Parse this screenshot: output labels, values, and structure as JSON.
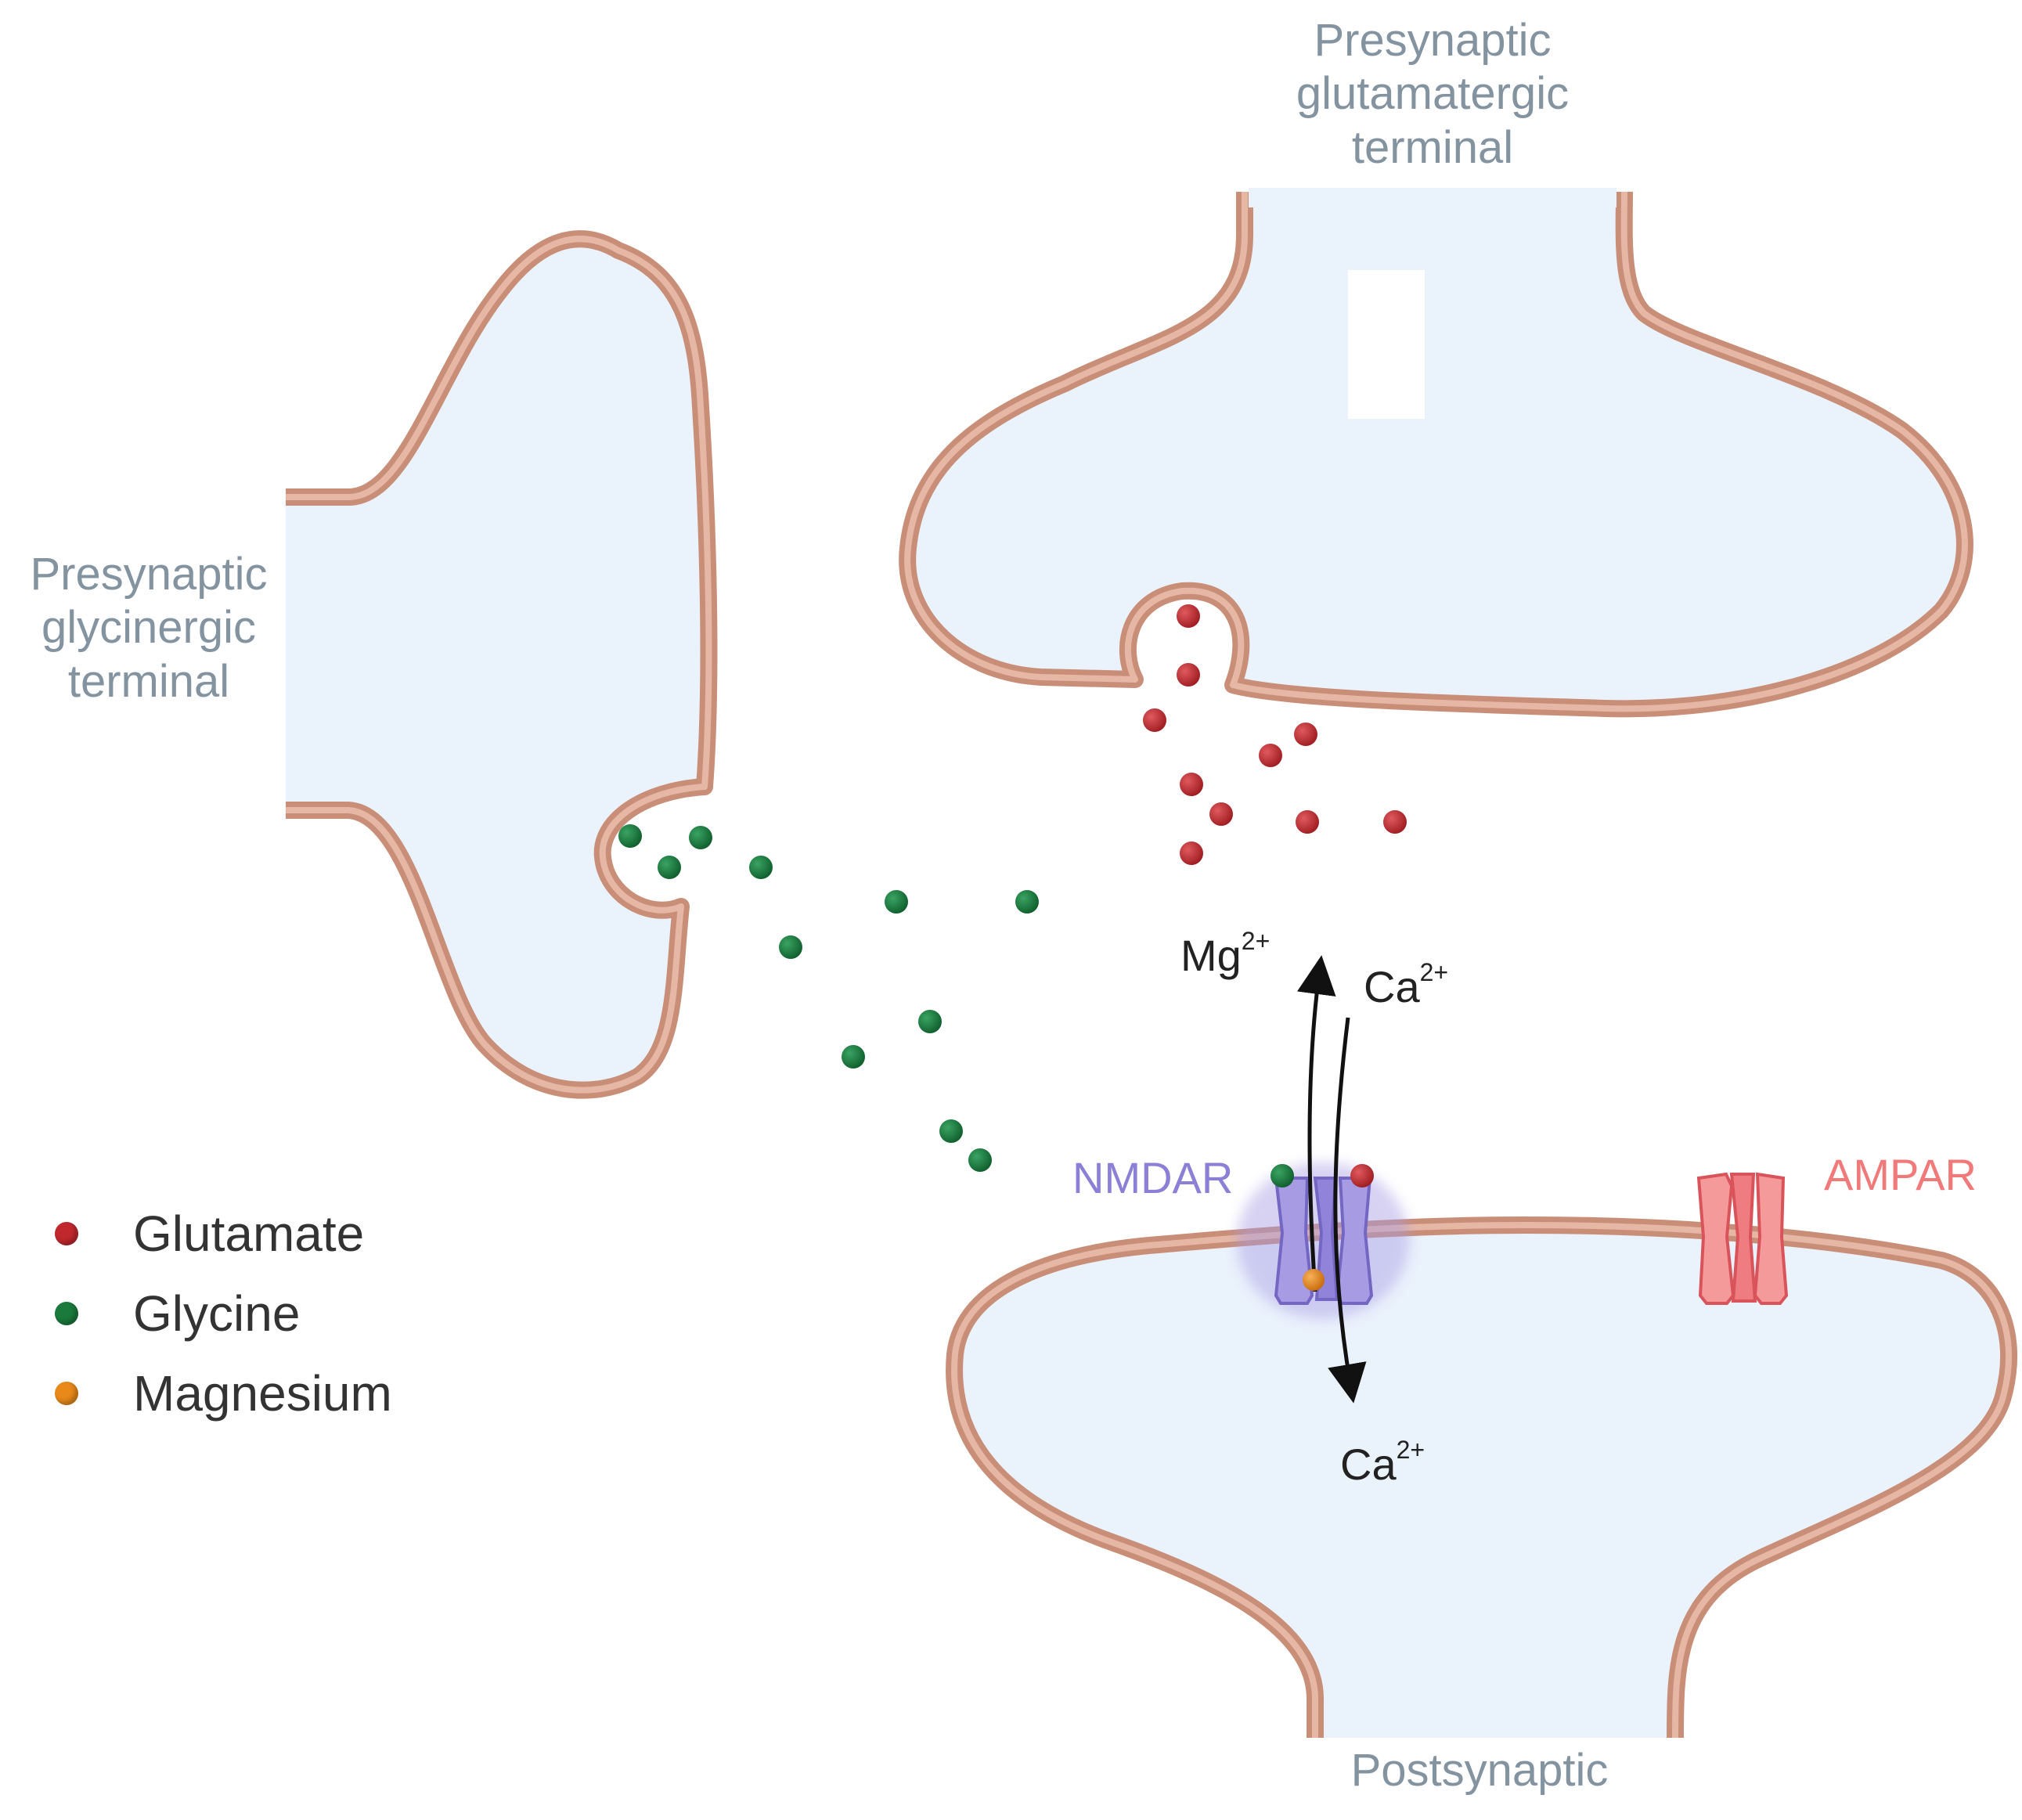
{
  "labels": {
    "glutamatergic_terminal": [
      "Presynaptic",
      "glutamatergic",
      "terminal"
    ],
    "glycinergic_terminal": [
      "Presynaptic",
      "glycinergic",
      "terminal"
    ],
    "postsynaptic": "Postsynaptic",
    "nmdar": "NMDAR",
    "ampar": "AMPAR",
    "mg_ion": {
      "base": "Mg",
      "charge": "2+"
    },
    "ca_ion_outside": {
      "base": "Ca",
      "charge": "2+"
    },
    "ca_ion_inside": {
      "base": "Ca",
      "charge": "2+"
    }
  },
  "legend": [
    {
      "label": "Glutamate",
      "color": "#c0282d"
    },
    {
      "label": "Glycine",
      "color": "#1a7a3c"
    },
    {
      "label": "Magnesium",
      "color": "#e8891a"
    }
  ],
  "colors": {
    "membrane": "#c98e78",
    "membrane_inner": "#e7b7a5",
    "cytoplasm": "#eaf2fc",
    "nmdar": "#a79be3",
    "ampar": "#f27b7b",
    "glutamate": "#c0282d",
    "glycine": "#1a7a3c",
    "magnesium": "#e8891a",
    "nmdar_label": "#8c80d6",
    "ampar_label": "#f07a7a"
  }
}
